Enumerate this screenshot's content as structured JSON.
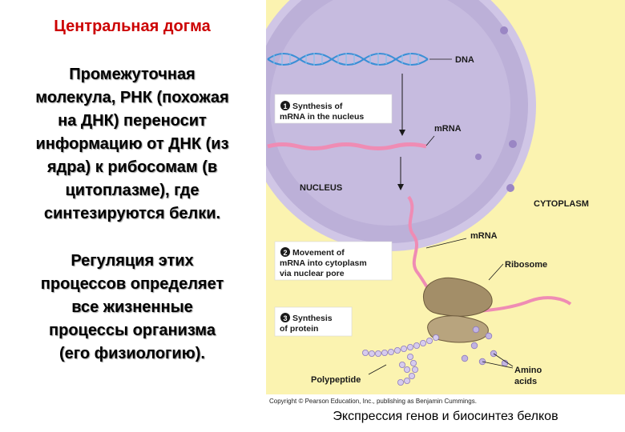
{
  "title": "Центральная догма",
  "paragraph1": [
    "Промежуточная",
    "молекула, РНК (похожая",
    "на ДНК) переносит",
    "информацию от ДНК (из",
    "ядра) к рибосомам (в",
    "цитоплазме), где",
    "синтезируются белки."
  ],
  "paragraph2": [
    "Регуляция этих",
    "процессов определяет",
    "все жизненные",
    "процессы организма",
    "(его физиологию)."
  ],
  "diagram": {
    "labels": {
      "dna": "DNA",
      "mrna_nucleus": "mRNA",
      "nucleus": "NUCLEUS",
      "cytoplasm": "CYTOPLASM",
      "mrna_cytoplasm": "mRNA",
      "ribosome": "Ribosome",
      "polypeptide": "Polypeptide",
      "amino_acids": [
        "Amino",
        "acids"
      ]
    },
    "steps": [
      {
        "number": "1",
        "lines": [
          "Synthesis of",
          "mRNA in the nucleus"
        ]
      },
      {
        "number": "2",
        "lines": [
          "Movement of",
          "mRNA into cytoplasm",
          "via nuclear pore"
        ]
      },
      {
        "number": "3",
        "lines": [
          "Synthesis",
          "of protein"
        ]
      }
    ],
    "copyright": "Copyright © Pearson Education, Inc., publishing as Benjamin Cummings."
  },
  "caption": "Экспрессия генов и биосинтез белков",
  "colors": {
    "title": "#cc0000",
    "cytoplasm": "#fbf3b0",
    "nucleus": "#bcb0d8",
    "mrna": "#ef8cb4",
    "dna": "#3a8fd6",
    "ribosome": "#a38e68",
    "amino_acid": "#c2b4e2"
  }
}
